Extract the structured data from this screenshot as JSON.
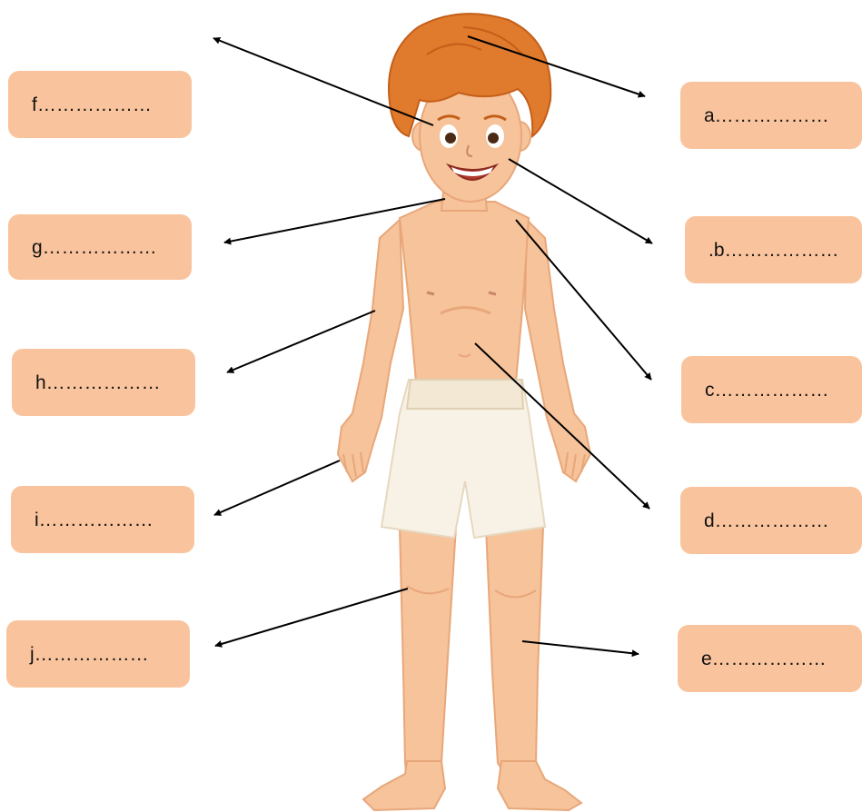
{
  "labels": {
    "a": "a………………",
    "b": ".b………………",
    "c": "c………………",
    "d": "d………………",
    "e": "e………………",
    "f": "f………………",
    "g": "g………………",
    "h": "h………………",
    "i": "i………………",
    "j": "j………………"
  },
  "colors": {
    "label_fill": "#f9c49d",
    "skin": "#f6c39a",
    "skin_shade": "#e8a77a",
    "hair": "#e07a2c",
    "hair_dark": "#c45e18",
    "shorts": "#f8f2e6",
    "arrow": "#000000"
  }
}
